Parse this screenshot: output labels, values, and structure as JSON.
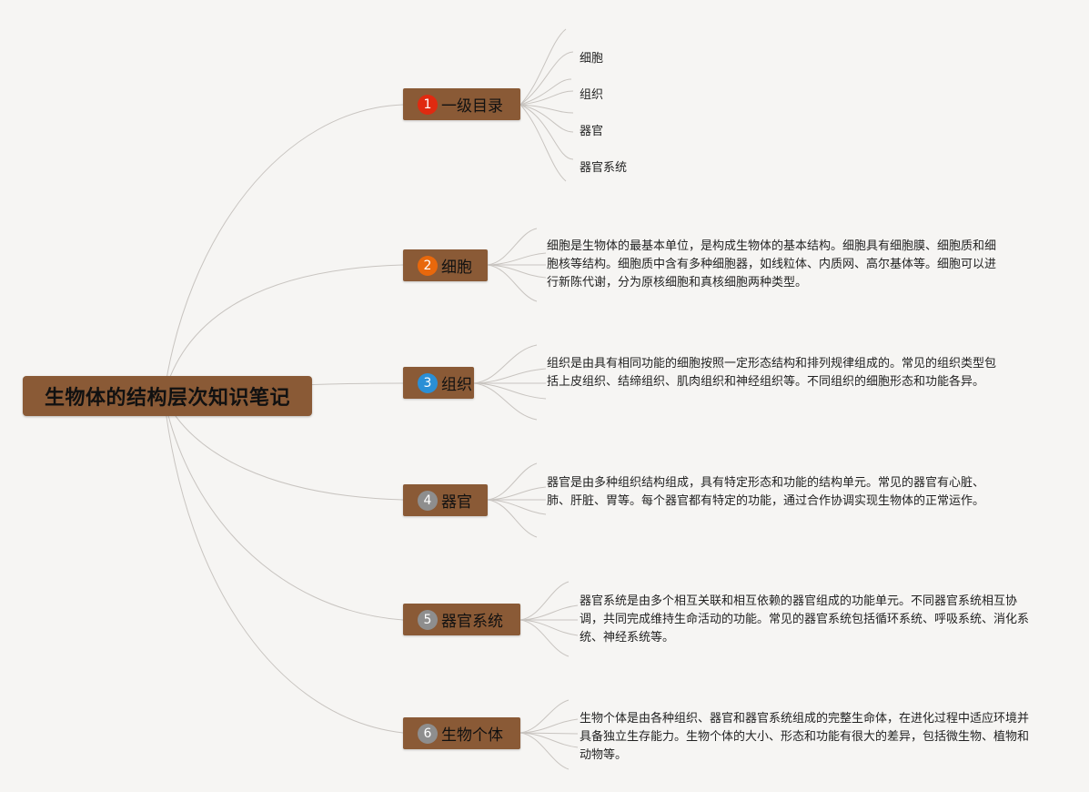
{
  "root": {
    "title": "生物体的结构层次知识笔记"
  },
  "branches": [
    {
      "num": "1",
      "label": "一级目录",
      "badge_color": "#e02a10",
      "children": [
        "细胞",
        "组织",
        "器官",
        "器官系统"
      ]
    },
    {
      "num": "2",
      "label": "细胞",
      "badge_color": "#e8680c",
      "desc": "细胞是生物体的最基本单位，是构成生物体的基本结构。细胞具有细胞膜、细胞质和细胞核等结构。细胞质中含有多种细胞器，如线粒体、内质网、高尔基体等。细胞可以进行新陈代谢，分为原核细胞和真核细胞两种类型。"
    },
    {
      "num": "3",
      "label": "组织",
      "badge_color": "#2a8fd6",
      "desc": "组织是由具有相同功能的细胞按照一定形态结构和排列规律组成的。常见的组织类型包括上皮组织、结缔组织、肌肉组织和神经组织等。不同组织的细胞形态和功能各异。"
    },
    {
      "num": "4",
      "label": "器官",
      "badge_color": "#8e8e8e",
      "desc": "器官是由多种组织结构组成，具有特定形态和功能的结构单元。常见的器官有心脏、肺、肝脏、胃等。每个器官都有特定的功能，通过合作协调实现生物体的正常运作。"
    },
    {
      "num": "5",
      "label": "器官系统",
      "badge_color": "#8e8e8e",
      "desc": "器官系统是由多个相互关联和相互依赖的器官组成的功能单元。不同器官系统相互协调，共同完成维持生命活动的功能。常见的器官系统包括循环系统、呼吸系统、消化系统、神经系统等。"
    },
    {
      "num": "6",
      "label": "生物个体",
      "badge_color": "#8e8e8e",
      "desc": "生物个体是由各种组织、器官和器官系统组成的完整生命体，在进化过程中适应环境并具备独立生存能力。生物个体的大小、形态和功能有很大的差异，包括微生物、植物和动物等。"
    }
  ]
}
